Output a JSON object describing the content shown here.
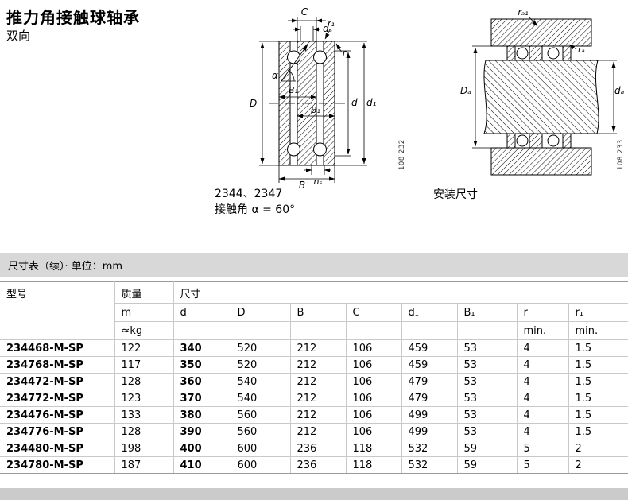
{
  "page": {
    "title": "推力角接触球轴承",
    "subtitle": "双向"
  },
  "figure_section": {
    "caption_models": "2344、2347",
    "caption_angle": "接触角 α = 60°",
    "ref_number": "108 232",
    "labels": {
      "C": "C",
      "ds": "dₛ",
      "r1": "r₁",
      "r": "r",
      "alpha": "α",
      "D": "D",
      "B1a": "B₁",
      "B1b": "B₁",
      "d": "d",
      "d1": "d₁",
      "B": "B",
      "ns": "nₛ"
    }
  },
  "figure_mounting": {
    "caption": "安装尺寸",
    "ref_number": "108 233",
    "labels": {
      "ra1": "rₐ₁",
      "ra": "rₐ",
      "Da": "Dₐ",
      "da": "dₐ"
    }
  },
  "table": {
    "title": "尺寸表（续）· 单位：mm",
    "header": {
      "model": "型号",
      "mass_group": "质量",
      "dim_group": "尺寸",
      "mass_symbol": "m",
      "mass_unit": "≈kg",
      "cols": [
        "d",
        "D",
        "B",
        "C",
        "d₁",
        "B₁",
        "r",
        "r₁"
      ],
      "min_label": "min."
    },
    "rows": [
      {
        "model": "234468-M-SP",
        "mass": "122",
        "d": "340",
        "D": "520",
        "B": "212",
        "C": "106",
        "d1": "459",
        "B1": "53",
        "r": "4",
        "r1": "1.5"
      },
      {
        "model": "234768-M-SP",
        "mass": "117",
        "d": "350",
        "D": "520",
        "B": "212",
        "C": "106",
        "d1": "459",
        "B1": "53",
        "r": "4",
        "r1": "1.5"
      },
      {
        "model": "234472-M-SP",
        "mass": "128",
        "d": "360",
        "D": "540",
        "B": "212",
        "C": "106",
        "d1": "479",
        "B1": "53",
        "r": "4",
        "r1": "1.5"
      },
      {
        "model": "234772-M-SP",
        "mass": "123",
        "d": "370",
        "D": "540",
        "B": "212",
        "C": "106",
        "d1": "479",
        "B1": "53",
        "r": "4",
        "r1": "1.5"
      },
      {
        "model": "234476-M-SP",
        "mass": "133",
        "d": "380",
        "D": "560",
        "B": "212",
        "C": "106",
        "d1": "499",
        "B1": "53",
        "r": "4",
        "r1": "1.5"
      },
      {
        "model": "234776-M-SP",
        "mass": "128",
        "d": "390",
        "D": "560",
        "B": "212",
        "C": "106",
        "d1": "499",
        "B1": "53",
        "r": "4",
        "r1": "1.5"
      },
      {
        "model": "234480-M-SP",
        "mass": "198",
        "d": "400",
        "D": "600",
        "B": "236",
        "C": "118",
        "d1": "532",
        "B1": "59",
        "r": "5",
        "r1": "2"
      },
      {
        "model": "234780-M-SP",
        "mass": "187",
        "d": "410",
        "D": "600",
        "B": "236",
        "C": "118",
        "d1": "532",
        "B1": "59",
        "r": "5",
        "r1": "2"
      }
    ]
  }
}
